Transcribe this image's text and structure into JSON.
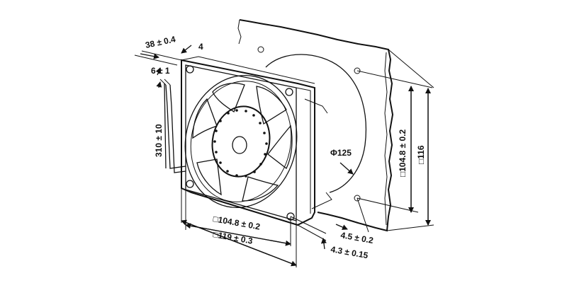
{
  "dimensions": {
    "depth": "38 ± 0.4",
    "flange": "4",
    "cable_end": "6 ± 1",
    "cable_length": "310 ± 10",
    "hole_front": "□104.8 ± 0.2",
    "width_front": "□119 ± 0.3",
    "hole_side": "□104.8 ± 0.2",
    "height_side": "□116",
    "diameter": "Φ125",
    "hole_dia_a": "4.5 ± 0.2",
    "hole_dia_b": "4.3 ± 0.15"
  }
}
